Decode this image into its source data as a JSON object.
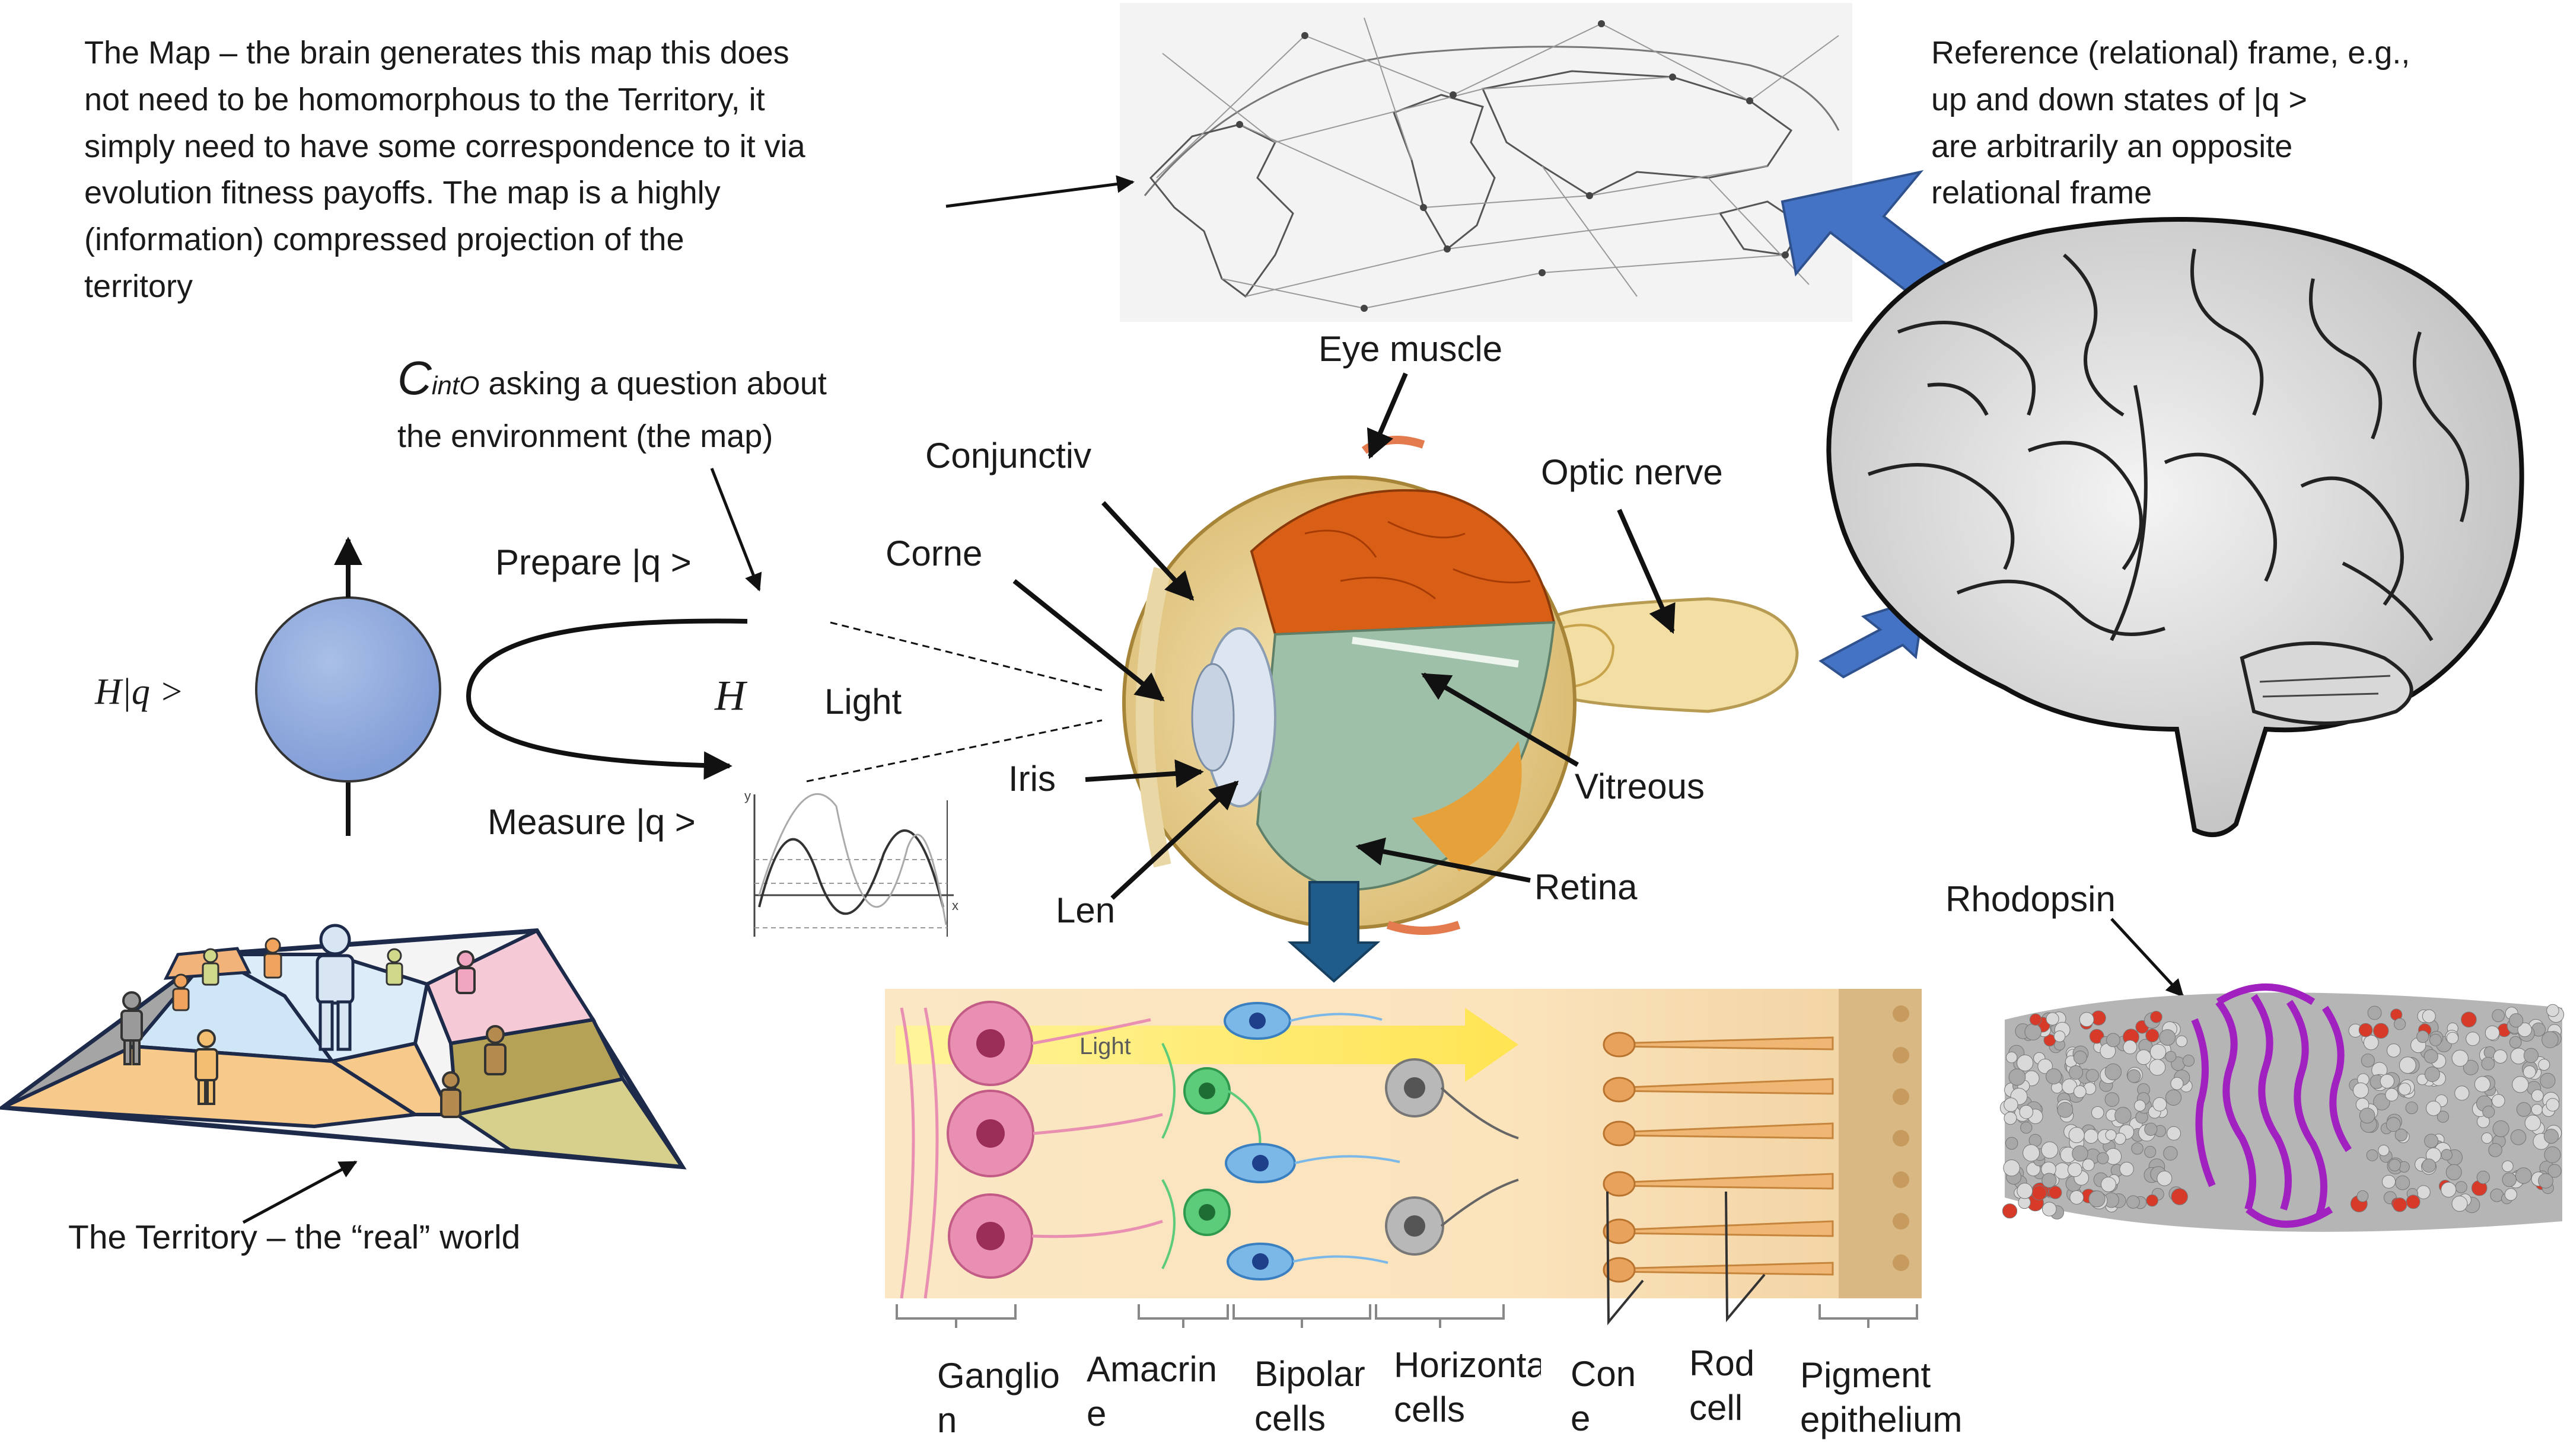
{
  "map_text": {
    "lines": [
      "The  Map – the brain generates this map this does",
      "not need to be homomorphous to the Territory, it",
      "simply need to have some correspondence to it via",
      "evolution fitness payoffs. The map is a highly",
      "(information) compressed projection of the",
      "territory"
    ]
  },
  "reference_text": {
    "lines": [
      "Reference (relational) frame, e.g.,",
      "up and down states of |q >",
      "are arbitrarily an opposite",
      "relational frame"
    ]
  },
  "cinto": {
    "symbol": "C",
    "subscript": "intO",
    "line1_rest": " asking a question about",
    "line2": "the environment (the map)"
  },
  "quantum": {
    "h_ket": "H|q >",
    "prepare": "Prepare |q >",
    "measure": "Measure |q >",
    "h_symbol": "H",
    "light": "Light"
  },
  "eye_labels": {
    "eye_muscle": "Eye muscle",
    "conjunctiv": "Conjunctiv",
    "corne": "Corne",
    "optic_nerve": "Optic nerve",
    "iris": "Iris",
    "vitreous": "Vitreous",
    "retina": "Retina",
    "len": "Len"
  },
  "retina_strip": {
    "light_word": "Light",
    "cells": [
      {
        "line1": "Ganglio",
        "line2": "n"
      },
      {
        "line1": "Amacrin",
        "line2": "e"
      },
      {
        "line1": "Bipolar",
        "line2": "cells"
      },
      {
        "line1": "Horizonta",
        "line2": "cells"
      },
      {
        "line1": "Con",
        "line2": "e"
      },
      {
        "line1": "Rod",
        "line2": "cell"
      },
      {
        "line1": "Pigment",
        "line2": "epithelium"
      }
    ]
  },
  "rhodopsin": {
    "label": "Rhodopsin"
  },
  "territory": {
    "caption": "The Territory – the “real” world"
  },
  "colors": {
    "big_arrow_blue": "#4472c4",
    "sphere_blue": "#8ea9db",
    "down_arrow_teal": "#1f5c8b",
    "protein_magenta": "#a020c0"
  }
}
